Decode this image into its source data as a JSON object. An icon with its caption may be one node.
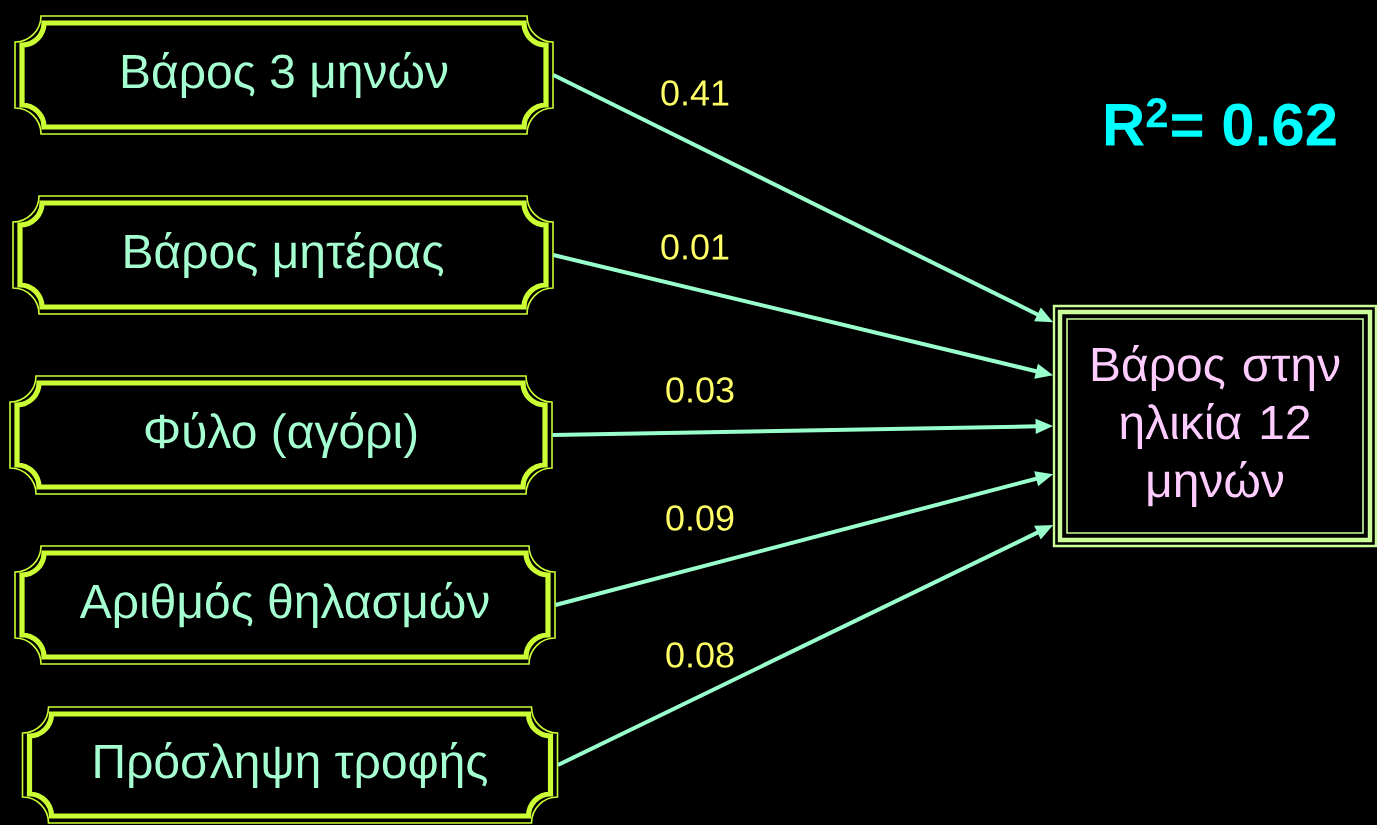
{
  "diagram": {
    "nodes": [
      {
        "text": [
          "Βάρος 3 μηνών"
        ]
      },
      {
        "text": [
          "Βάρος μητέρας"
        ]
      },
      {
        "text": [
          "Φύλο (αγόρι)"
        ]
      },
      {
        "text": [
          "Αριθμός θηλασμών"
        ]
      },
      {
        "text": [
          "Πρόσληψη τροφής"
        ]
      },
      {
        "text": [
          "Βάρος στην ηλικία 12 μηνών"
        ]
      }
    ],
    "edges": [
      {
        "from": 0,
        "to": 5,
        "arrow": "to",
        "label": "0.41"
      },
      {
        "from": 1,
        "to": 5,
        "arrow": "to",
        "label": "0.01"
      },
      {
        "from": 2,
        "to": 5,
        "arrow": "to",
        "label": "0.03"
      },
      {
        "from": 3,
        "to": 5,
        "arrow": "to",
        "label": "0.09"
      },
      {
        "from": 4,
        "to": 5,
        "arrow": "to",
        "label": "0.08"
      }
    ],
    "labels": [
      "R$^{2}$= 0.62"
    ]
  }
}
